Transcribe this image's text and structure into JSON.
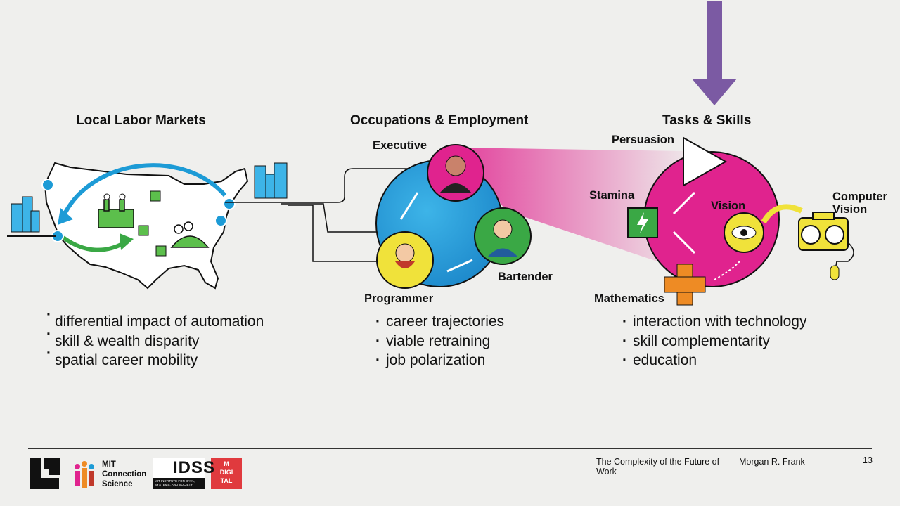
{
  "sections": [
    {
      "title": "Local Labor Markets",
      "bullets": [
        "differential impact of automation",
        "skill & wealth disparity",
        "spatial career mobility"
      ]
    },
    {
      "title": "Occupations & Employment",
      "bullets": [
        "career trajectories",
        "viable retraining",
        "job polarization"
      ]
    },
    {
      "title": "Tasks & Skills",
      "bullets": [
        "interaction with technology",
        "skill complementarity",
        "education"
      ]
    }
  ],
  "occupations": {
    "executive": "Executive",
    "programmer": "Programmer",
    "bartender": "Bartender"
  },
  "skills": {
    "persuasion": "Persuasion",
    "stamina": "Stamina",
    "vision": "Vision",
    "mathematics": "Mathematics",
    "computer_vision": "Computer\nVision"
  },
  "footer": {
    "logo_text": "MIT\nConnection\nScience",
    "idss_text": "IDSS",
    "idss_sub": "MIT INSTITUTE FOR DATA, SYSTEMS, AND SOCIETY",
    "digital_text": "M\nDIGI\nTAL",
    "talk_title": "The Complexity of the Future of Work",
    "author": "Morgan R. Frank",
    "page": "13"
  },
  "colors": {
    "accent_purple": "#7b5aa3",
    "magenta": "#e0238e",
    "blue": "#1d9bd6",
    "green": "#3aa845",
    "yellow": "#f0e23a",
    "orange": "#ee8b24"
  }
}
